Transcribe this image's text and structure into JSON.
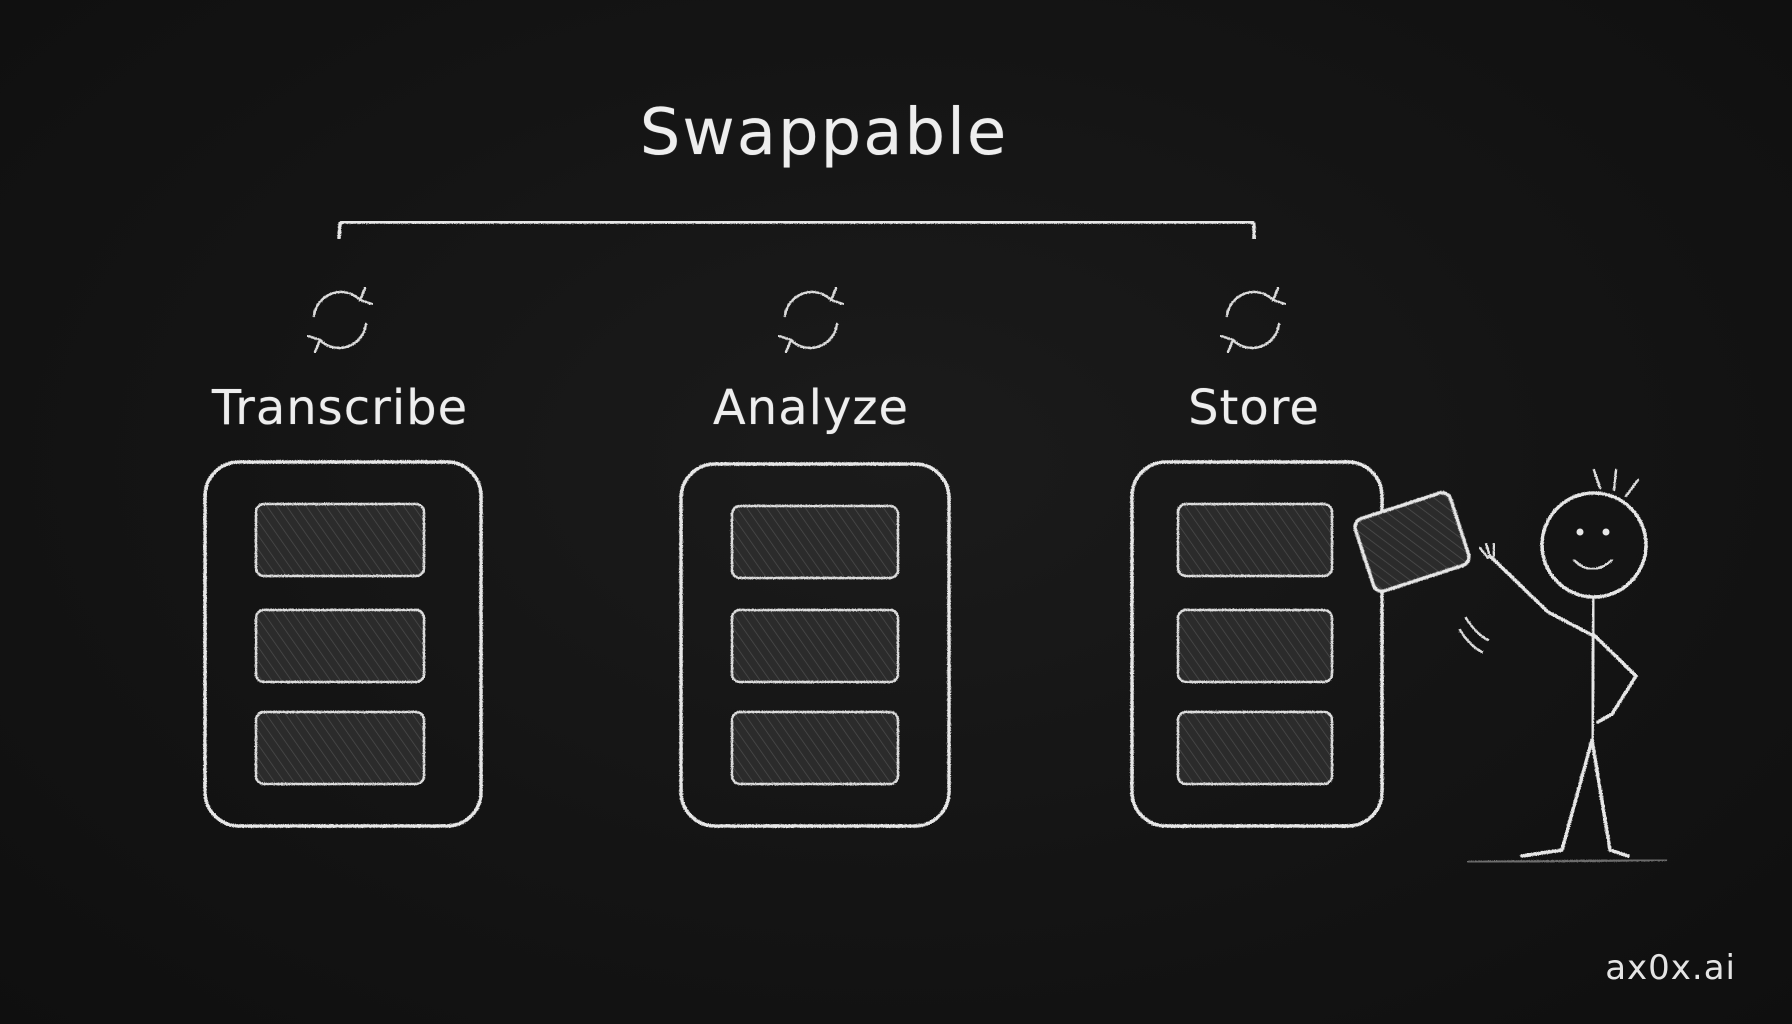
{
  "title": "Swappable",
  "stages": [
    {
      "label": "Transcribe"
    },
    {
      "label": "Analyze"
    },
    {
      "label": "Store"
    }
  ],
  "brand": "ax0x.ai",
  "colors": {
    "background": "#121212",
    "chalk": "#e6e6e6"
  },
  "icons": [
    "swap-icon",
    "arrow-right-icon",
    "stick-figure"
  ]
}
